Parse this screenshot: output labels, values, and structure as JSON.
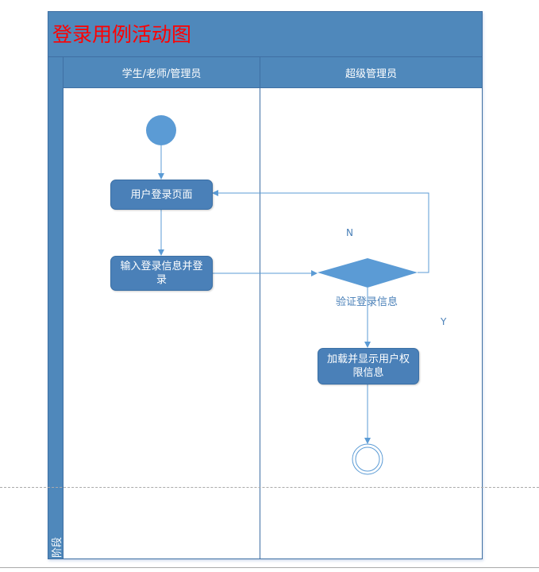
{
  "title": "登录用例活动图",
  "lanes": [
    "学生/老师/管理员",
    "超级管理员"
  ],
  "phase": "阶段",
  "nodes": {
    "login_page": "用户登录页面",
    "input_login": "输入登录信息并登录",
    "verify": "验证登录信息",
    "load_perm": "加载并显示用户权限信息"
  },
  "edges": {
    "no": "N",
    "yes": "Y"
  },
  "colors": {
    "band": "#4f88bb",
    "title": "#ff0000",
    "node": "#4a80b8",
    "line": "#5b9bd5"
  }
}
